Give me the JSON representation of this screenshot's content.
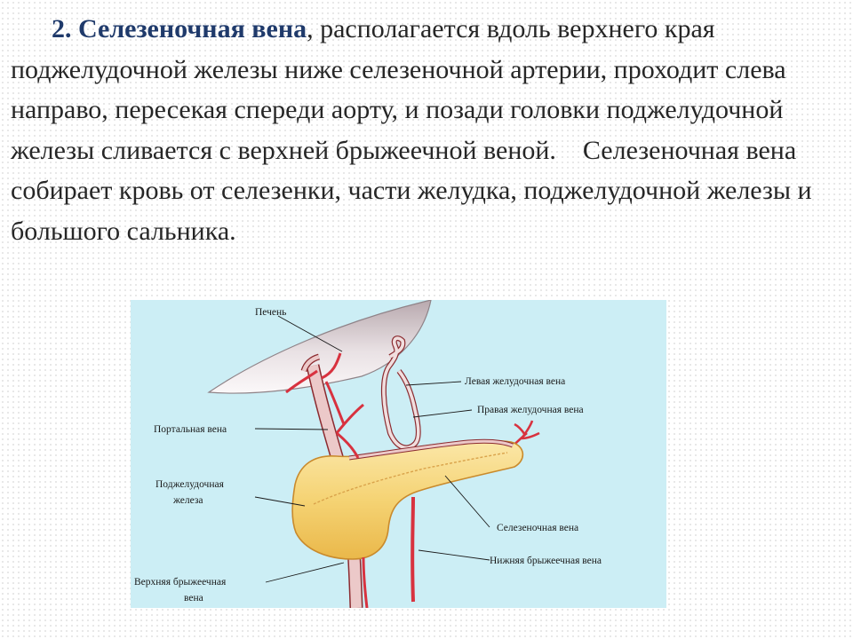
{
  "slide": {
    "lead": "2. Селезеночная вена",
    "body": ", располагается вдоль верхнего края поджелудочной железы ниже селезеночной артерии, проходит слева направо, пересекая спереди аорту, и позади головки поджелудочной железы сливается с верхней брыжеечной веной.    Селезеночная вена собирает кровь от селезенки, части желудка, поджелудочной железы и большого сальника."
  },
  "figure": {
    "labels": {
      "liver": "Печень",
      "left_gastric_vein": "Левая желудочная вена",
      "right_gastric_vein": "Правая желудочная вена",
      "portal_vein": "Портальная вена",
      "pancreas_line1": "Поджелудочная",
      "pancreas_line2": "железа",
      "splenic_vein": "Селезеночная вена",
      "inferior_mesenteric_vein": "Нижняя брыжеечная вена",
      "superior_mesenteric_vein_line1": "Верхняя брыжеечная",
      "superior_mesenteric_vein_line2": "вена"
    },
    "colors": {
      "background": "#cceef5",
      "pancreas": "#f5d374",
      "vessel_red": "#d8323f",
      "vein_pink": "#e8c2c2",
      "liver": "#e6dde0"
    }
  }
}
